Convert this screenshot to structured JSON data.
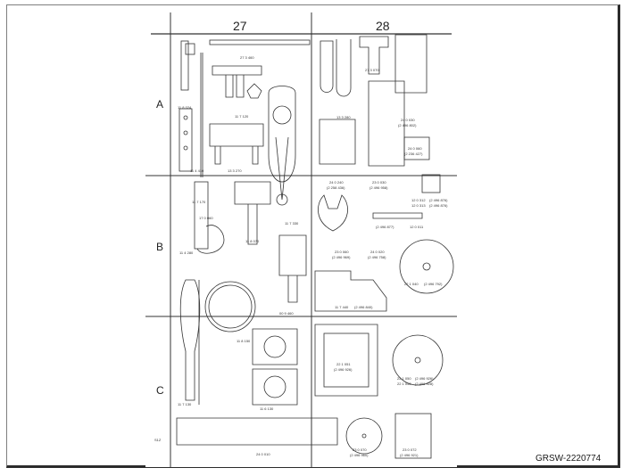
{
  "sheet": {
    "columns": [
      "27",
      "28"
    ],
    "rows": [
      "A",
      "B",
      "C"
    ],
    "parts": {
      "p11_8024": "11 8 024",
      "p27_3_460": "27 3 460",
      "p11_7_120": "11 7 120",
      "p13_3_280": "13 3 280",
      "p27_3_070": "27 3 070",
      "p24_0_030": "24 0 030",
      "p24_0_030b": "(2 496 802)",
      "p24_0_060": "24 0 060",
      "p24_0_060b": "(2 236 427)",
      "p11_4_410": "11 4 410",
      "p13_3_270": "13 3 270",
      "p24_0_240": "24 0 240",
      "p24_0_240b": "(2 258 436)",
      "p23_0_030": "23 0 030",
      "p23_0_030b": "(2 496 958)",
      "p12_0_312": "12 0 312",
      "p12_0_312b": "(2 496 876)",
      "p12_0_313": "12 0 313",
      "p12_0_313b": "(2 496 876)",
      "p11_7_170": "11 7 170",
      "p17_0_060": "17 0 060",
      "p11_7_330": "11 7 330",
      "p2_496_877": "(2 496 877)",
      "p12_0_011": "12 0 011",
      "p11_4_280": "11 4 280",
      "p11_8_070": "11 8 070",
      "p23_0_060": "23 0 060",
      "p23_0_060b": "(2 496 969)",
      "p24_0_020": "24 0 020",
      "p24_0_020b": "(2 496 758)",
      "p22_1_040": "22 1 040",
      "p22_1_040b": "(2 496 792)",
      "p11_7_440": "11 7 440",
      "p11_7_440b": "(2 496 840)",
      "p00_9_460": "00 9 460",
      "p11_8_150": "11 8 150",
      "p22_1_051": "22 1 051",
      "p22_1_051b": "(2 496 926)",
      "p22_1_050": "22 1 050",
      "p22_1_050b": "(2 496 926)",
      "p22_1_052": "22 1 052",
      "p22_1_052b": "(2 496 928)",
      "p11_7_130": "11 7 130",
      "p11_6_130": "11 6 130",
      "p24_0_010": "24 0 010",
      "p23_0_070": "23 0 070",
      "p23_0_070b": "(2 496 960)",
      "p23_0_072": "23 0 072",
      "p23_0_072b": "(2 496 921)",
      "corner_mark": "S1Z"
    }
  },
  "ref_code": "GRSW-2220774"
}
